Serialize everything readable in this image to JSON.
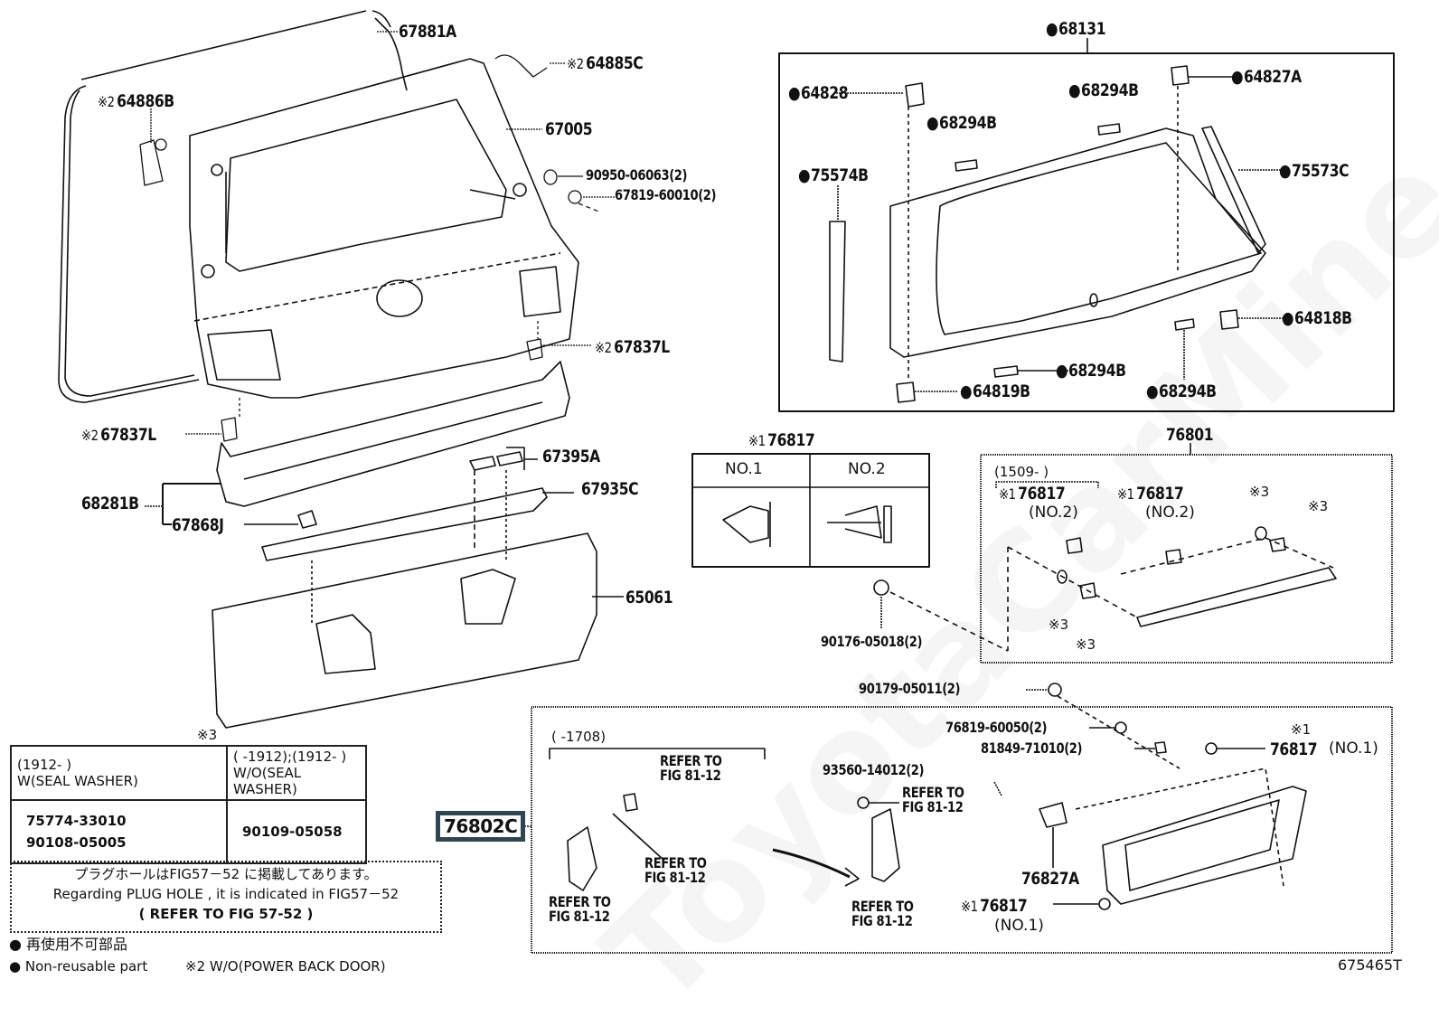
{
  "figure_code": "675465T",
  "watermark": "ToyotaCarMine.ru",
  "left_group": {
    "labels": [
      {
        "id": "67881A",
        "prefix": "",
        "text": "67881A"
      },
      {
        "id": "64885C",
        "prefix": "※2",
        "text": "64885C"
      },
      {
        "id": "64886B",
        "prefix": "※2",
        "text": "64886B"
      },
      {
        "id": "67005",
        "prefix": "",
        "text": "67005"
      },
      {
        "id": "90950-06063",
        "prefix": "",
        "text": "90950-06063(2)"
      },
      {
        "id": "67819-60010",
        "prefix": "",
        "text": "67819-60010(2)"
      },
      {
        "id": "67837L-right",
        "prefix": "※2",
        "text": "67837L"
      },
      {
        "id": "67837L-left",
        "prefix": "※2",
        "text": "67837L"
      },
      {
        "id": "67395A",
        "prefix": "",
        "text": "67395A"
      },
      {
        "id": "68281B",
        "prefix": "",
        "text": "68281B"
      },
      {
        "id": "67935C",
        "prefix": "",
        "text": "67935C"
      },
      {
        "id": "67868J",
        "prefix": "",
        "text": "67868J"
      },
      {
        "id": "65061",
        "prefix": "",
        "text": "65061"
      }
    ]
  },
  "glass_group": {
    "title": "68131",
    "labels": [
      {
        "id": "64828",
        "text": "64828"
      },
      {
        "id": "68294B-top",
        "text": "68294B"
      },
      {
        "id": "64827A",
        "text": "64827A"
      },
      {
        "id": "68294B-mid",
        "text": "68294B"
      },
      {
        "id": "75574B",
        "text": "75574B"
      },
      {
        "id": "75573C",
        "text": "75573C"
      },
      {
        "id": "64818B",
        "text": "64818B"
      },
      {
        "id": "68294B-low",
        "text": "68294B"
      },
      {
        "id": "64819B",
        "text": "64819B"
      },
      {
        "id": "68294B-bottom",
        "text": "68294B"
      }
    ]
  },
  "clip_table": {
    "title_prefix": "※1",
    "title": "76817",
    "columns": [
      "NO.1",
      "NO.2"
    ]
  },
  "garnish_group": {
    "title": "76801",
    "date_range": "(1509-      )",
    "labels": [
      {
        "id": "76817-a",
        "prefix": "※1",
        "text": "76817",
        "sub": "(NO.2)"
      },
      {
        "id": "76817-b",
        "prefix": "※1",
        "text": "76817",
        "sub": "(NO.2)"
      },
      {
        "id": "x3-a",
        "text": "※3"
      },
      {
        "id": "x3-b",
        "text": "※3"
      },
      {
        "id": "x3-c",
        "text": "※3"
      },
      {
        "id": "x3-d",
        "text": "※3"
      }
    ],
    "outside_label": "90176-05018(2)"
  },
  "washer_table": {
    "marker": "※3",
    "columns": [
      {
        "date": "(1912-      )",
        "header": "W(SEAL WASHER)",
        "parts": [
          "75774-33010",
          "90108-05005"
        ]
      },
      {
        "date": "(     -1912);(1912-      )",
        "header": "W/O(SEAL WASHER)",
        "parts": [
          "90109-05058"
        ]
      }
    ]
  },
  "plug_note": {
    "jp": "プラグホールはFIG57－52 に掲載してあります。",
    "en": "Regarding  PLUG  HOLE  , it  is  indicated  in  FIG57－52",
    "refer": "(    REFER  TO  FIG  57-52   )"
  },
  "legend": {
    "jp": "再使用不可部品",
    "en": "Non-reusable part",
    "note2": "※2 W/O(POWER BACK DOOR)"
  },
  "lamp_group": {
    "assembly": "76802C",
    "date_range": "(      -1708)",
    "outside_labels": [
      "90179-05011(2)"
    ],
    "labels": [
      {
        "id": "76819-60050",
        "text": "76819-60050(2)"
      },
      {
        "id": "81849-71010",
        "text": "81849-71010(2)"
      },
      {
        "id": "76817-top",
        "prefix": "※1",
        "text": "76817",
        "sub": "(NO.1)"
      },
      {
        "id": "93560-14012",
        "text": "93560-14012(2)"
      },
      {
        "id": "76827A",
        "text": "76827A"
      },
      {
        "id": "76817-bottom",
        "prefix": "※1",
        "text": "76817",
        "sub": "(NO.1)"
      }
    ],
    "refer_lines": [
      "REFER TO",
      "FIG 81-12"
    ]
  }
}
